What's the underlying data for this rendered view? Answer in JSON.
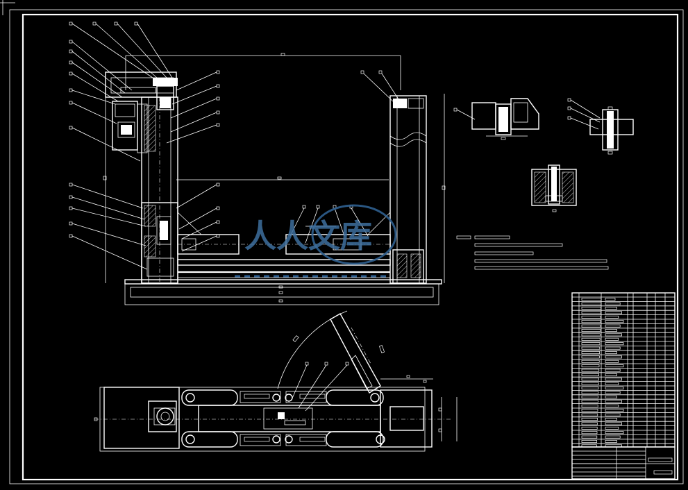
{
  "drawing": {
    "background": "#000000",
    "line_color": "#ffffff",
    "watermark_color": "#2f5f8f",
    "views": [
      "front-elevation",
      "plan-view",
      "detail-a",
      "detail-b",
      "detail-c"
    ],
    "notes_lines": 5,
    "callout_count_left": 14,
    "callout_count_right": 12
  }
}
